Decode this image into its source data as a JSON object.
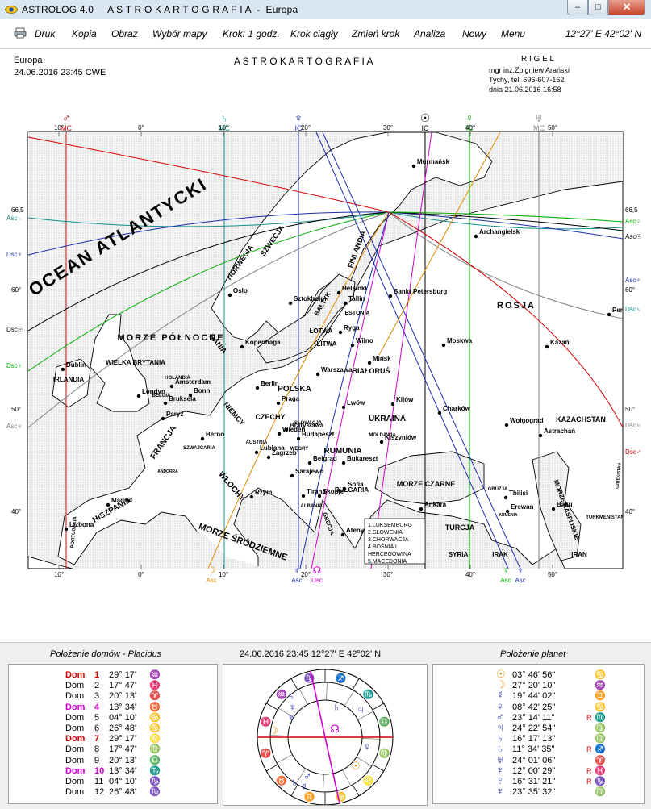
{
  "window": {
    "title": "ASTROLOG 4.0     A S T R O K A R T O G R A F I A  -  Europa",
    "minimize": "–",
    "maximize": "□",
    "close": "✕"
  },
  "menu": {
    "items": [
      "Druk",
      "Kopia",
      "Obraz",
      "Wybór mapy",
      "Krok: 1 godz.",
      "Krok ciągły",
      "Zmień krok",
      "Analiza",
      "Nowy",
      "Menu"
    ],
    "coords": "12°27' E  42°02' N"
  },
  "header": {
    "place": "Europa",
    "datetime": "24.06.2016  23:45  CWE",
    "title": "A S T R O K A R T O G R A F I A",
    "brand": "R I G E L",
    "author": "mgr inż.Zbigniew Arański",
    "phone": "Tychy, tel. 696-607-162",
    "printed": "dnia 21.06.2016  16:58"
  },
  "map": {
    "top_planets": [
      {
        "glyph": "♂",
        "color": "#d40000",
        "lon": 8
      },
      {
        "glyph": "♄",
        "color": "#10908c",
        "lon": 10
      },
      {
        "glyph": "♆",
        "color": "#1a2cb0",
        "lon": 19
      },
      {
        "glyph": "☉",
        "color": "#000000",
        "lon": 32
      },
      {
        "glyph": "♀",
        "color": "#00b000",
        "lon": 39
      },
      {
        "glyph": "♅",
        "color": "#808080",
        "lon": 47
      }
    ],
    "top_axis_labels": [
      "MC",
      "MC",
      "IC",
      "IC",
      "IC",
      "MC"
    ],
    "lon_ticks": [
      "10°",
      "0°",
      "10°",
      "20°",
      "30°",
      "40°",
      "50°"
    ],
    "lat_ticks": [
      "66,5",
      "60°",
      "50°",
      "40°"
    ],
    "left_labels": [
      {
        "text": "Asc",
        "glyph": "♄",
        "color": "#10908c"
      },
      {
        "text": "Dsc",
        "glyph": "♆",
        "color": "#1a2cb0"
      },
      {
        "text": "Dsc",
        "glyph": "☉",
        "color": "#000000"
      },
      {
        "text": "Dsc",
        "glyph": "♀",
        "color": "#00b000"
      },
      {
        "text": "Asc",
        "glyph": "♅",
        "color": "#808080"
      }
    ],
    "right_labels": [
      {
        "text": "Asc",
        "glyph": "♀",
        "color": "#00b000"
      },
      {
        "text": "Asc",
        "glyph": "☉",
        "color": "#000000"
      },
      {
        "text": "Asc",
        "glyph": "♆",
        "color": "#1a2cb0"
      },
      {
        "text": "Dsc",
        "glyph": "♄",
        "color": "#10908c"
      },
      {
        "text": "Dsc",
        "glyph": "♅",
        "color": "#808080"
      },
      {
        "text": "Dsc",
        "glyph": "♂",
        "color": "#d40000"
      }
    ],
    "bottom_labels": [
      {
        "glyph": "☽",
        "text": "Asc",
        "color": "#e08a00"
      },
      {
        "glyph": "♆",
        "text": "Asc",
        "color": "#1a2cb0"
      },
      {
        "glyph": "☊",
        "text": "Dsc",
        "color": "#d000d0"
      },
      {
        "glyph": "♀",
        "text": "Asc",
        "color": "#00b000"
      },
      {
        "glyph": "♆",
        "text": "Asc",
        "color": "#1a2cb0"
      }
    ],
    "regions": [
      "OCEAN ATLANTYCKI",
      "MORZE PÓŁNOCNE",
      "NORWEGIA",
      "SZWECJA",
      "FINLANDIA",
      "BAŁTYK",
      "ROSJA",
      "POLSKA",
      "NIEMCY",
      "FRANCJA",
      "HISZPANIA",
      "WŁOCHY",
      "UKRAINA",
      "RUMUNIA",
      "BIAŁORUŚ",
      "ŁOTWA",
      "LITWA",
      "ESTONIA",
      "CZECHY",
      "KAZACHSTAN",
      "MORZE CZARNE",
      "MORZE KASPIJSKIE",
      "TURCJA",
      "IRAN",
      "IRAK",
      "SYRIA",
      "WIELKA BRYTANIA",
      "IRLANDIA",
      "AUSTRIA",
      "WĘGRY",
      "SŁOWACJA",
      "MOŁDAWIA",
      "BUŁGARIA",
      "GRECJA",
      "ALBANIA",
      "SZWAJCARIA",
      "BELGIA",
      "HOLANDIA",
      "DANIA",
      "PORTUGALIA",
      "GRUZJA",
      "ARMENIA",
      "TURKMENISTAN",
      "UZBEKISTAN",
      "ANDORRA",
      "MORZE ŚRÓDZIEMNE"
    ],
    "cities": [
      "Murmańsk",
      "Archangielsk",
      "Helsinki",
      "Oslo",
      "Sztokholm",
      "Tallin",
      "Sankt Petersburg",
      "Perm",
      "Ryga",
      "Moskwa",
      "Kazań",
      "Wilno",
      "Mińsk",
      "Kopenhaga",
      "Dublin",
      "Londyn",
      "Amsterdam",
      "Bruksela",
      "Bonn",
      "Berlin",
      "Warszawa",
      "Praga",
      "Kijów",
      "Lwów",
      "Charków",
      "Wołgograd",
      "Paryż",
      "Berno",
      "Wiedeń",
      "Bratysława",
      "Budapeszt",
      "Kiszyniów",
      "Astrachań",
      "Lublana",
      "Zagrzeb",
      "Belgrad",
      "Bukareszt",
      "Sarajewo",
      "Skopje",
      "Sofia",
      "Tirana",
      "Rzym",
      "Madryt",
      "Lizbona",
      "Ateny",
      "Ankara",
      "Tbilisi",
      "Erewań",
      "Baku"
    ],
    "legend": [
      "1.LUKSEMBURG",
      "2.SŁOWENIA",
      "3.CHORWACJA",
      "4.BOŚNIA I",
      "   HERCEGOWINA",
      "5.MACEDONIA"
    ]
  },
  "bottom": {
    "houses_title": "Położenie domów - Placidus",
    "datetime_title": "24.06.2016  23:45     12°27' E  42°02' N",
    "planets_title": "Położenie planet",
    "houses": [
      {
        "label": "Dom",
        "num": "1",
        "deg": "29° 17'",
        "sign": "♒",
        "color": "#d40000",
        "bold": true
      },
      {
        "label": "Dom",
        "num": "2",
        "deg": "17° 47'",
        "sign": "♓",
        "color": "#000000",
        "bold": false
      },
      {
        "label": "Dom",
        "num": "3",
        "deg": "20° 13'",
        "sign": "♈",
        "color": "#000000",
        "bold": false
      },
      {
        "label": "Dom",
        "num": "4",
        "deg": "13° 34'",
        "sign": "♉",
        "color": "#d000d0",
        "bold": true
      },
      {
        "label": "Dom",
        "num": "5",
        "deg": "04° 10'",
        "sign": "♋",
        "color": "#000000",
        "bold": false
      },
      {
        "label": "Dom",
        "num": "6",
        "deg": "26° 48'",
        "sign": "♋",
        "color": "#000000",
        "bold": false
      },
      {
        "label": "Dom",
        "num": "7",
        "deg": "29° 17'",
        "sign": "♌",
        "color": "#d40000",
        "bold": true
      },
      {
        "label": "Dom",
        "num": "8",
        "deg": "17° 47'",
        "sign": "♍",
        "color": "#000000",
        "bold": false
      },
      {
        "label": "Dom",
        "num": "9",
        "deg": "20° 13'",
        "sign": "♎",
        "color": "#000000",
        "bold": false
      },
      {
        "label": "Dom",
        "num": "10",
        "deg": "13° 34'",
        "sign": "♏",
        "color": "#d000d0",
        "bold": true
      },
      {
        "label": "Dom",
        "num": "11",
        "deg": "04° 10'",
        "sign": "♑",
        "color": "#000000",
        "bold": false
      },
      {
        "label": "Dom",
        "num": "12",
        "deg": "26° 48'",
        "sign": "♑",
        "color": "#000000",
        "bold": false
      }
    ],
    "planets": [
      {
        "glyph": "☉",
        "color": "#e08a00",
        "value": "03° 46' 56\"",
        "r": "",
        "sign": "♋"
      },
      {
        "glyph": "☽",
        "color": "#e08a00",
        "value": "27° 20' 10\"",
        "r": "",
        "sign": "♒"
      },
      {
        "glyph": "☿",
        "color": "#1a2cb0",
        "value": "19° 44' 02\"",
        "r": "",
        "sign": "♊"
      },
      {
        "glyph": "♀",
        "color": "#1a2cb0",
        "value": "08° 42' 25\"",
        "r": "",
        "sign": "♋"
      },
      {
        "glyph": "♂",
        "color": "#1a2cb0",
        "value": "23° 14' 11\"",
        "r": "R",
        "sign": "♏"
      },
      {
        "glyph": "♃",
        "color": "#1a2cb0",
        "value": "24° 22' 54\"",
        "r": "",
        "sign": "♍"
      },
      {
        "glyph": "♄",
        "color": "#1a2cb0",
        "value": "16° 17' 13\"",
        "r": "",
        "sign": "♍"
      },
      {
        "glyph": "♄",
        "color": "#1a2cb0",
        "value": "11° 34' 35\"",
        "r": "R",
        "sign": "♐"
      },
      {
        "glyph": "♅",
        "color": "#1a2cb0",
        "value": "24° 01' 06\"",
        "r": "",
        "sign": "♈"
      },
      {
        "glyph": "♆",
        "color": "#1a2cb0",
        "value": "12° 00' 29\"",
        "r": "R",
        "sign": "♓"
      },
      {
        "glyph": "♇",
        "color": "#1a2cb0",
        "value": "16° 31' 21\"",
        "r": "R",
        "sign": "♑"
      },
      {
        "glyph": "♆",
        "color": "#1a2cb0",
        "value": "23° 35' 32\"",
        "r": "",
        "sign": "♍"
      }
    ],
    "wheel_signs": [
      "♈",
      "♉",
      "♊",
      "♋",
      "♌",
      "♍",
      "♎",
      "♏",
      "♐",
      "♑",
      "♒",
      "♓"
    ]
  }
}
